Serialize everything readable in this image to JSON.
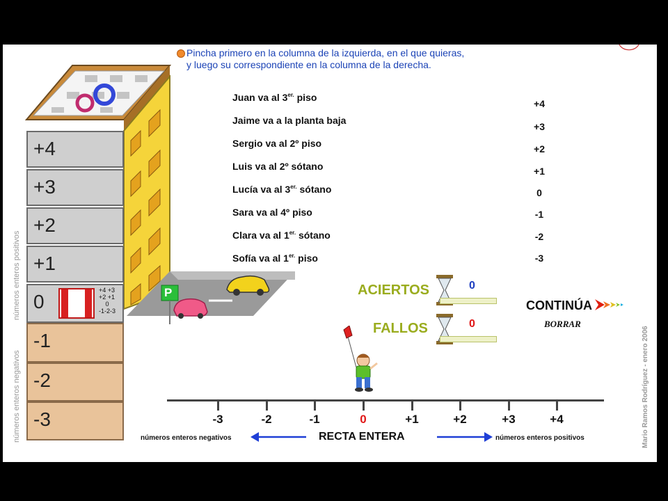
{
  "instructions": {
    "line1": "Pincha primero en la columna de la izquierda, en el que quieras,",
    "line2": "y luego su correspondiente en la columna de la derecha."
  },
  "sentences": [
    {
      "pre": "Juan va al 3",
      "sup": "er.",
      "post": " piso"
    },
    {
      "pre": "Jaime va a la planta baja",
      "sup": "",
      "post": ""
    },
    {
      "pre": "Sergio va al 2º piso",
      "sup": "",
      "post": ""
    },
    {
      "pre": "Luis va al 2º sótano",
      "sup": "",
      "post": ""
    },
    {
      "pre": "Lucía va al  3",
      "sup": "er.",
      "post": " sótano"
    },
    {
      "pre": "Sara va al 4º piso",
      "sup": "",
      "post": ""
    },
    {
      "pre": "Clara va al 1",
      "sup": "er.",
      "post": " sótano"
    },
    {
      "pre": "Sofía va al 1",
      "sup": "er.",
      "post": " piso"
    }
  ],
  "values": [
    "+4",
    "+3",
    "+2",
    "+1",
    "0",
    "-1",
    "-2",
    "-3"
  ],
  "building": {
    "floors_positive": [
      "+4",
      "+3",
      "+2",
      "+1"
    ],
    "ground_floor": "0",
    "floors_negative": [
      "-1",
      "-2",
      "-3"
    ],
    "elevator_panel": [
      "+4 +3",
      "+2 +1",
      "0",
      "-1-2-3"
    ],
    "label_positive": "números enteros positivos",
    "label_negative": "números enteros negativos"
  },
  "parking_sign": "P",
  "score": {
    "aciertos_label": "ACIERTOS",
    "aciertos_value": "0",
    "fallos_label": "FALLOS",
    "fallos_value": "0",
    "aciertos_color": "#1f3fc0",
    "fallos_color": "#e01818"
  },
  "actions": {
    "continua": "CONTINÚA",
    "borrar": "BORRAR"
  },
  "number_line": {
    "ticks": [
      "-3",
      "-2",
      "-1",
      "0",
      "+1",
      "+2",
      "+3",
      "+4"
    ],
    "title": "RECTA ENTERA",
    "left_note": "números enteros negativos",
    "right_note": "números enteros positivos",
    "zero_color": "#e01818"
  },
  "credit": "Mario Ramos Rodríguez - enero 2006",
  "colors": {
    "instruction_text": "#1b43b6",
    "score_label": "#9aac1e",
    "arrow_blue": "#1f3fd6"
  }
}
